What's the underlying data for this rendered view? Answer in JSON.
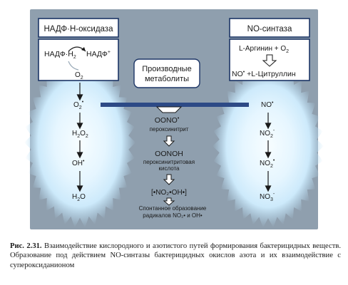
{
  "colors": {
    "panel": "#8f9fae",
    "box_fill": "#ffffff",
    "box_border": "#1c3566",
    "bar": "#2d4a86",
    "glow": "#dff4ff",
    "arrow": "#1a1a1a"
  },
  "left_chain": {
    "title": "НАДФ·Н-оксидаза",
    "substrate": "НАДФ·Н",
    "substrate_sub": "2",
    "product": "НАДФ",
    "product_sup": "+",
    "oxygen": "O",
    "oxygen_sub": "2",
    "superoxide": "O",
    "superoxide_sub": "2",
    "superoxide_sup": "•",
    "peroxide": "H",
    "peroxide_sub": "2",
    "peroxide_tail": "O",
    "peroxide_sub2": "2",
    "hydroxyl": "OH",
    "hydroxyl_sup": "•",
    "water": "H",
    "water_sub": "2",
    "water_tail": "O"
  },
  "right_chain": {
    "title": "NO-синтаза",
    "reaction_in": "L-Аргинин + O",
    "reaction_in_sub": "2",
    "no": "NO",
    "no_sup": "•",
    "reaction_out": " +L-Цитруллин",
    "no2": "NO",
    "no2_sub": "2",
    "no2_sup": "•",
    "no3": "NO",
    "no3_sub": "3",
    "no3_sup": "-"
  },
  "center": {
    "box_line1": "Производные",
    "box_line2": "метаболиты",
    "oono": "OONO",
    "oono_sup": "•",
    "oono_label": "пероксинитрит",
    "oonoh": "OONOH",
    "oonoh_label1": "пероксинитритовая",
    "oonoh_label2": "кислота",
    "radicals": "[•NO₂•OH•]",
    "radicals_label1": "Спонтанное образование",
    "radicals_label2": "радикалов NO₂• и OH•"
  },
  "caption": {
    "label": "Рис. 2.31.",
    "text": " Взаимодействие кислородного и азотистого путей формирования бактерицидных веществ. Образование под действием NO-синтазы бактерицидных окислов азота и их взаимодействие с супероксиданионом"
  }
}
